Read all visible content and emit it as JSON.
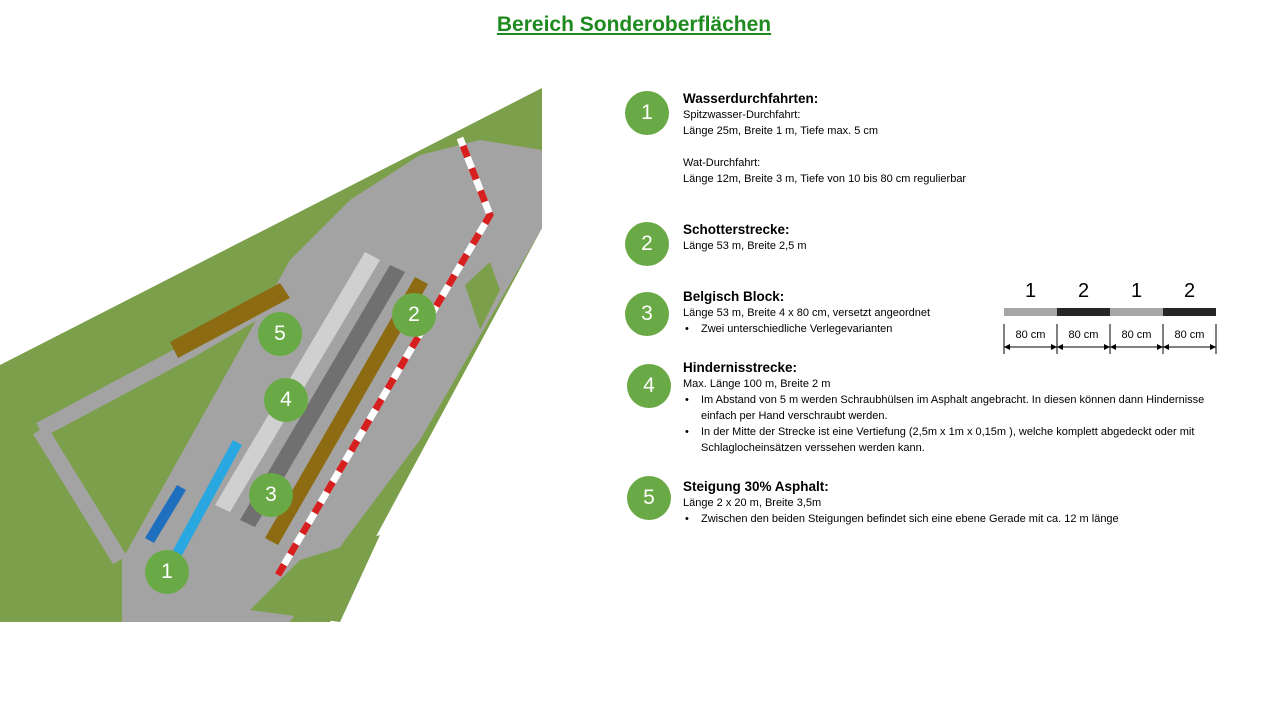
{
  "title": "Bereich Sonderoberflächen",
  "map_markers": [
    "1",
    "2",
    "3",
    "4",
    "5"
  ],
  "colors": {
    "title": "#1f8a1f",
    "marker": "#6aaa46",
    "grass": "#7b9f4a",
    "road": "#a3a3a3"
  },
  "sections": [
    {
      "number": "1",
      "heading": "Wasserdurchfahrten:",
      "lines": [
        "Spitzwasser-Durchfahrt:",
        "Länge 25m, Breite 1 m, Tiefe max. 5 cm",
        "",
        "Wat-Durchfahrt:",
        "Länge 12m, Breite 3 m, Tiefe von 10 bis 80 cm regulierbar"
      ]
    },
    {
      "number": "2",
      "heading": "Schotterstrecke:",
      "lines": [
        "Länge 53 m, Breite 2,5 m"
      ]
    },
    {
      "number": "3",
      "heading": "Belgisch Block:",
      "lines": [
        "Länge 53 m, Breite 4 x 80 cm, versetzt angeordnet"
      ],
      "bullets": [
        "Zwei unterschiedliche Verlegevarianten"
      ]
    },
    {
      "number": "4",
      "heading": "Hindernisstrecke:",
      "lines": [
        "Max. Länge 100 m, Breite 2 m"
      ],
      "bullets": [
        "Im Abstand von 5 m werden Schraubhülsen im Asphalt angebracht. In diesen können dann Hindernisse einfach per Hand verschraubt werden.",
        "In der Mitte der Strecke ist eine Vertiefung (2,5m x 1m x 0,15m ), welche komplett abgedeckt oder mit Schlaglocheinsätzen verssehen werden kann."
      ]
    },
    {
      "number": "5",
      "heading": "Steigung 30% Asphalt:",
      "lines": [
        "Länge 2 x 20 m, Breite 3,5m"
      ],
      "bullets": [
        "Zwischen den beiden Steigungen befindet sich eine ebene Gerade mit ca. 12 m länge"
      ]
    }
  ],
  "block_pattern": {
    "labels": [
      "1",
      "2",
      "1",
      "2"
    ],
    "widths": [
      "80 cm",
      "80 cm",
      "80 cm",
      "80 cm"
    ]
  }
}
